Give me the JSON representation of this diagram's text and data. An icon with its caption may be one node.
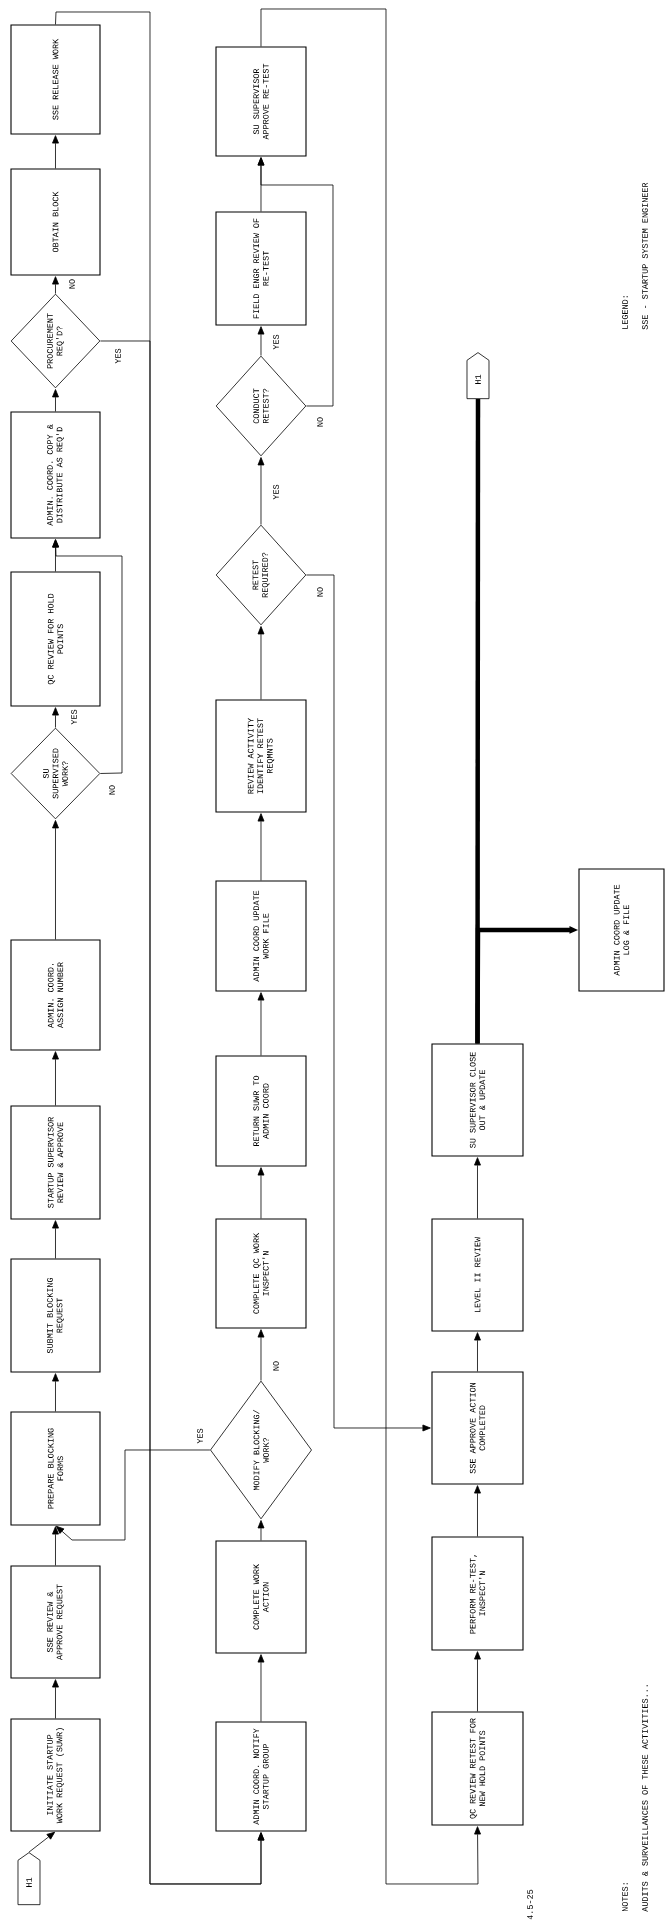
{
  "diagram": {
    "nodes": [
      {
        "text": [
          "H1"
        ]
      },
      {
        "text": [
          "INITIATE STARTUP WORK REQUEST (SUWR)"
        ]
      },
      {
        "text": [
          "SSE REVIEW & APPROVE REQUEST"
        ]
      },
      {
        "text": [
          "PREPARE BLOCKING FORMS"
        ]
      },
      {
        "text": [
          "SUBMIT BLOCKING REQUEST"
        ]
      },
      {
        "text": [
          "STARTUP SUPERVISOR REVIEW & APPROVE"
        ]
      },
      {
        "text": [
          "ADMIN. COORD. ASSIGN NUMBER"
        ]
      },
      {
        "text": [
          "SU SUPERVISED WORK?"
        ]
      },
      {
        "text": [
          "QC REVIEW FOR HOLD POINTS"
        ]
      },
      {
        "text": [
          "ADMIN. COORD. COPY & DISTRIBUTE AS REQ'D"
        ]
      },
      {
        "text": [
          "PROCUREMENT REQ'D?"
        ]
      },
      {
        "text": [
          "OBTAIN BLOCK"
        ]
      },
      {
        "text": [
          "SSE RELEASE WORK"
        ]
      },
      {
        "text": [
          "ADMIN COORD. NOTIFY STARTUP GROUP"
        ]
      },
      {
        "text": [
          "COMPLETE WORK ACTION"
        ]
      },
      {
        "text": [
          "MODIFY BLOCKING/ WORK?"
        ]
      },
      {
        "text": [
          "COMPLETE QC WORK INSPECT'N"
        ]
      },
      {
        "text": [
          "RETURN SUWR TO ADMIN COORD"
        ]
      },
      {
        "text": [
          "ADMIN COORD UPDATE WORK FILE"
        ]
      },
      {
        "text": [
          "REVIEW ACTIVITY IDENTIFY RETEST REQMNTS"
        ]
      },
      {
        "text": [
          "RETEST REQUIRED?"
        ]
      },
      {
        "text": [
          "CONDUCT RETEST?"
        ]
      },
      {
        "text": [
          "FIELD ENGR REVIEW OF RE-TEST"
        ]
      },
      {
        "text": [
          "SU SUPERVISOR APPROVE RE-TEST"
        ]
      },
      {
        "text": [
          "QC REVIEW RETEST FOR NEW HOLD POINTS"
        ]
      },
      {
        "text": [
          "PERFORM RE-TEST, INSPECT'N"
        ]
      },
      {
        "text": [
          "SSE APPROVE ACTION COMPLETED"
        ]
      },
      {
        "text": [
          "LEVEL II REVIEW"
        ]
      },
      {
        "text": [
          "SU SUPERVISOR CLOSE OUT & UPDATE"
        ]
      },
      {
        "text": [
          "H1"
        ]
      },
      {
        "text": [
          "ADMIN COORD UPDATE LOG & FILE"
        ]
      }
    ],
    "edges": [
      {
        "from": 0,
        "to": 1,
        "arrow": "to"
      },
      {
        "from": 1,
        "to": 2,
        "arrow": "to"
      },
      {
        "from": 2,
        "to": 3,
        "arrow": "to"
      },
      {
        "from": 3,
        "to": 4,
        "arrow": "to"
      },
      {
        "from": 4,
        "to": 5,
        "arrow": "to"
      },
      {
        "from": 5,
        "to": 6,
        "arrow": "to"
      },
      {
        "from": 6,
        "to": 7,
        "arrow": "to"
      },
      {
        "from": 7,
        "to": 8,
        "arrow": "to",
        "label": "YES"
      },
      {
        "from": 7,
        "to": 9,
        "arrow": "to",
        "label": "NO"
      },
      {
        "from": 8,
        "to": 9,
        "arrow": "to"
      },
      {
        "from": 9,
        "to": 10,
        "arrow": "to"
      },
      {
        "from": 10,
        "to": 11,
        "arrow": "to",
        "label": "NO"
      },
      {
        "from": 11,
        "to": 12,
        "arrow": "to"
      },
      {
        "from": 10,
        "to": 13,
        "arrow": "to",
        "label": "YES"
      },
      {
        "from": 12,
        "to": 13,
        "arrow": "to"
      },
      {
        "from": 13,
        "to": 14,
        "arrow": "to"
      },
      {
        "from": 14,
        "to": 15,
        "arrow": "to"
      },
      {
        "from": 15,
        "to": 16,
        "arrow": "to",
        "label": "NO"
      },
      {
        "from": 15,
        "to": 3,
        "arrow": "to",
        "label": "YES"
      },
      {
        "from": 16,
        "to": 17,
        "arrow": "to"
      },
      {
        "from": 17,
        "to": 18,
        "arrow": "to"
      },
      {
        "from": 18,
        "to": 19,
        "arrow": "to"
      },
      {
        "from": 19,
        "to": 20,
        "arrow": "to"
      },
      {
        "from": 20,
        "to": 21,
        "arrow": "to",
        "label": "YES"
      },
      {
        "from": 20,
        "to": 26,
        "arrow": "to",
        "label": "NO"
      },
      {
        "from": 21,
        "to": 22,
        "arrow": "to",
        "label": "YES"
      },
      {
        "from": 21,
        "to": 23,
        "arrow": "to",
        "label": "NO"
      },
      {
        "from": 22,
        "to": 23,
        "arrow": "to"
      },
      {
        "from": 23,
        "to": 24,
        "arrow": "to"
      },
      {
        "from": 24,
        "to": 25,
        "arrow": "to"
      },
      {
        "from": 25,
        "to": 26,
        "arrow": "to"
      },
      {
        "from": 26,
        "to": 27,
        "arrow": "to"
      },
      {
        "from": 27,
        "to": 28,
        "arrow": "to"
      },
      {
        "from": 28,
        "to": 29,
        "arrow": "none",
        "style": "thick"
      },
      {
        "from": 28,
        "to": 30,
        "arrow": "to",
        "style": "thick"
      }
    ],
    "labels": [
      "LEGEND:",
      "SSE - STARTUP SYSTEM ENGINEER",
      "NOTES:",
      "AUDITS & SURVEILLANCES OF THESE ACTIVITIES...",
      "4.5-25"
    ]
  }
}
